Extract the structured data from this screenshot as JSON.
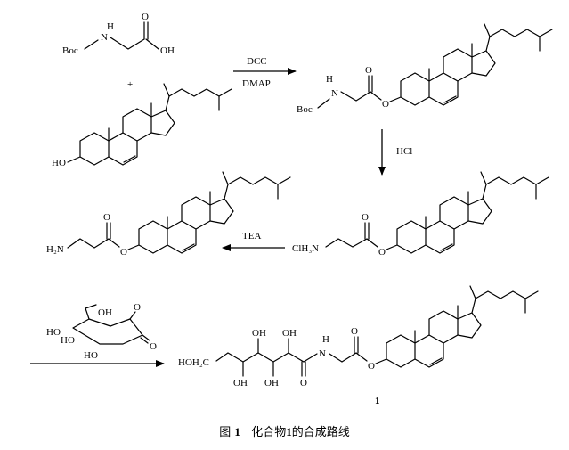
{
  "reagents": {
    "step1_top": "DCC",
    "step1_bottom": "DMAP",
    "step2": "HCl",
    "step3": "TEA"
  },
  "labels": {
    "boc": "Boc",
    "nh": "N",
    "h": "H",
    "o": "O",
    "oh": "OH",
    "ho": "HO",
    "plus": "+",
    "nh2_salt": "ClH₃N",
    "h2n": "H₂N",
    "hoh2c": "HOH₂C",
    "compound": "1"
  },
  "caption": {
    "prefix": "图",
    "number": "1",
    "text_a": "化合物",
    "text_num": "1",
    "text_b": "的合成路线"
  }
}
